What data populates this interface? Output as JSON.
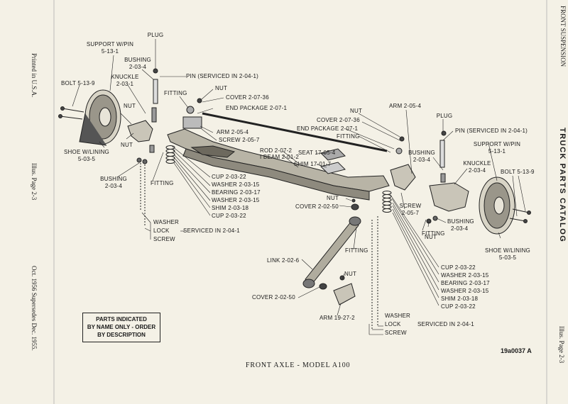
{
  "side_left": {
    "printed": "Printed in U.S.A.",
    "illus": "Illus. Page 2-3",
    "date": "Oct. 1956 Supersedes Dec. 1955."
  },
  "side_right": {
    "section": "FRONT SUSPENSION",
    "catalog": "TRUCK PARTS CATALOG",
    "illus": "Illus. Page 2-3"
  },
  "notice": [
    "PARTS INDICATED",
    "BY NAME ONLY - ORDER",
    "BY DESCRIPTION"
  ],
  "caption": "FRONT AXLE - MODEL A100",
  "ref_code": "19a0037 A",
  "labels": {
    "plug_l": "PLUG",
    "support_l": "SUPPORT W/PIN",
    "support_l_no": "5-13-1",
    "bushing_l1": "BUSHING",
    "bushing_l1_no": "2-03-4",
    "pin_l": "PIN (SERVICED IN 2-04-1)",
    "knuckle_l": "KNUCKLE",
    "knuckle_l_no": "2-03-1",
    "bolt_l": "BOLT 5-13-9",
    "fitting_l1": "FITTING",
    "nut_l1": "NUT",
    "cover_l1": "COVER 2-07-36",
    "endpkg_l": "END PACKAGE 2-07-1",
    "nut_l2": "NUT",
    "nut_l3": "NUT",
    "arm_l": "ARM 2-05-4",
    "screw_l": "SCREW 2-05-7",
    "shoe_l": "SHOE W/LINING",
    "shoe_l_no": "5-03-5",
    "rod": "ROD 2-07-2",
    "ibeam": "I BEAM 2-01-2",
    "seat": "SEAT 17-05-4",
    "shim_mid": "SHIM 17-01-7",
    "bushing_l2": "BUSHING",
    "bushing_l2_no": "2-03-4",
    "fitting_l2": "FITTING",
    "cup1": "CUP 2-03-22",
    "washer1": "WASHER 2-03-15",
    "bearing1": "BEARING 2-03-17",
    "washer2": "WASHER 2-03-15",
    "shim1": "SHIM 2-03-18",
    "cup2": "CUP 2-03-22",
    "washer_l": "WASHER",
    "lock_l": "LOCK",
    "screw_l2": "SCREW",
    "serviced_l": "SERVICED IN 2-04-1",
    "nut_r1": "NUT",
    "cover_r1": "COVER 2-07-36",
    "arm_r": "ARM 2-05-4",
    "endpkg_r": "END PACKAGE 2-07-1",
    "fitting_r1": "FITTING",
    "plug_r": "PLUG",
    "pin_r": "PIN (SERVICED IN 2-04-1)",
    "support_r": "SUPPORT W/PIN",
    "support_r_no": "5-13-1",
    "bushing_r1": "BUSHING",
    "bushing_r1_no": "2-03-4",
    "knuckle_r": "KNUCKLE",
    "knuckle_r_no": "2-03-4",
    "bolt_r": "BOLT 5-13-9",
    "nut_mid": "NUT",
    "cover_mid": "COVER 2-02-50",
    "screw_r": "SCREW",
    "screw_r_no": "2-05-7",
    "bushing_r2": "BUSHING",
    "bushing_r2_no": "2-03-4",
    "nut_r2": "NUT",
    "fitting_r2": "FITTING",
    "shoe_r": "SHOE W/LINING",
    "shoe_r_no": "5-03-5",
    "fitting_r3": "FITTING",
    "link": "LINK 2-02-6",
    "nut_link": "NUT",
    "cover_link": "COVER 2-02-50",
    "arm_bot": "ARM 19-27-2",
    "cup3": "CUP 2-03-22",
    "washer3": "WASHER 2-03-15",
    "bearing2": "BEARING 2-03-17",
    "washer4": "WASHER 2-03-15",
    "shim2": "SHIM 2-03-18",
    "cup4": "CUP 2-03-22",
    "washer_r": "WASHER",
    "lock_r": "LOCK",
    "screw_r3": "SCREW",
    "serviced_r": "SERVICED IN 2-04-1"
  }
}
